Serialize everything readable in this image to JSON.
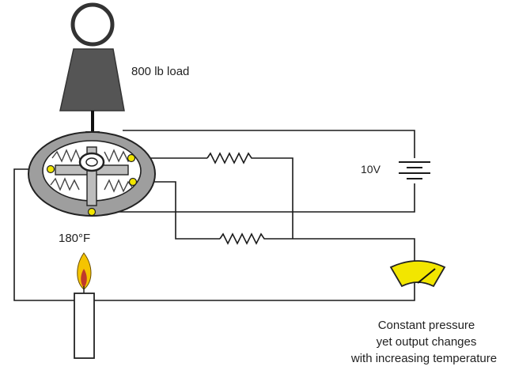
{
  "labels": {
    "load": "800 lb load",
    "voltage": "10V",
    "temperature": "180°F",
    "caption_line1": "Constant pressure",
    "caption_line2": "yet output changes",
    "caption_line3": "with increasing temperature"
  },
  "colors": {
    "wire": "#1a1a1a",
    "weight": "#555555",
    "cell": "#9e9e9e",
    "terminal": "#f2e600",
    "meter": "#f2e600",
    "flame_outer": "#f5c400",
    "flame_inner": "#c0392b",
    "candle": "#ffffff"
  }
}
